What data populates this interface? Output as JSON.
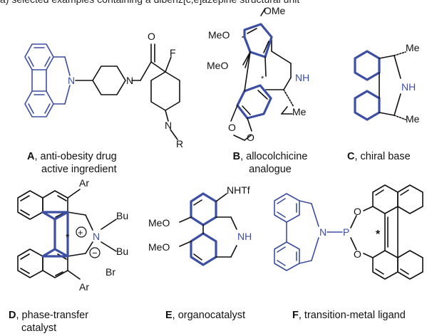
{
  "header": {
    "text": "a) selected examples containing a dibenz[c,e]azepine structural unit"
  },
  "colors": {
    "blue": "#3d4fa3",
    "black": "#111111"
  },
  "compounds": [
    {
      "letter": "A",
      "line1": ", anti-obesity drug",
      "line2": "active ingredient",
      "atoms": {
        "n1": "N",
        "n2": "N",
        "o": "O",
        "f": "F",
        "n3": "N",
        "r": "R"
      }
    },
    {
      "letter": "B",
      "line1": ", allocolchicine",
      "line2": "analogue",
      "atoms": {
        "ome1": "OMe",
        "ome2": "MeO",
        "ome3": "MeO",
        "nh": "NH",
        "me": "Me",
        "star": "*",
        "o1": "O",
        "o2": "O"
      }
    },
    {
      "letter": "C",
      "line1": ", chiral base",
      "line2": "",
      "atoms": {
        "me1": "Me",
        "nh": "NH",
        "me2": "Me"
      }
    },
    {
      "letter": "D",
      "line1": ", phase-transfer",
      "line2": "catalyst",
      "atoms": {
        "ar1": "Ar",
        "ar2": "Ar",
        "n": "N",
        "bu1": "Bu",
        "bu2": "Bu",
        "br": "Br",
        "plus": "+",
        "minus": "−",
        "star": "*"
      }
    },
    {
      "letter": "E",
      "line1": ", organocatalyst",
      "line2": "",
      "atoms": {
        "nhtf": "NHTf",
        "ome1": "MeO",
        "ome2": "MeO",
        "nh": "NH"
      }
    },
    {
      "letter": "F",
      "line1": ", transition-metal ligand",
      "line2": "",
      "atoms": {
        "n": "N",
        "p": "P",
        "o1": "O",
        "o2": "O",
        "star": "*"
      }
    }
  ]
}
